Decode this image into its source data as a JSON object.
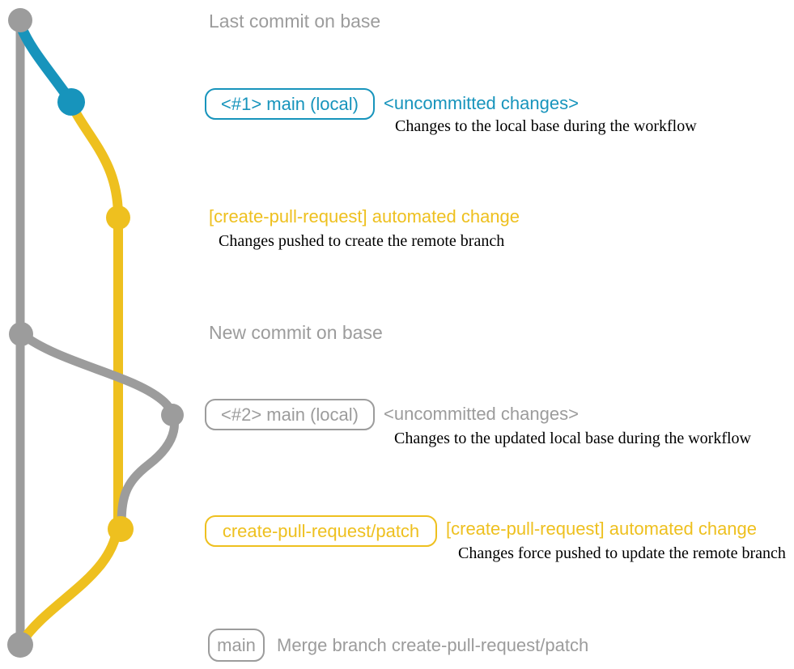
{
  "colors": {
    "gray": "#9c9c9c",
    "blue": "#1794bc",
    "yellow": "#eec01f",
    "description_text": "#000000",
    "background": "#ffffff"
  },
  "rows": [
    {
      "type": "heading",
      "text": "Last commit on base"
    },
    {
      "type": "commit",
      "badge": "<#1> main (local)",
      "label": "<uncommitted changes>",
      "description": "Changes to the local base during the workflow",
      "color": "#1794bc"
    },
    {
      "type": "commit",
      "label": "[create-pull-request] automated change",
      "description": "Changes pushed to create the remote branch",
      "color": "#eec01f"
    },
    {
      "type": "heading",
      "text": "New commit on base"
    },
    {
      "type": "commit",
      "badge": "<#2> main (local)",
      "label": "<uncommitted changes>",
      "description": "Changes to the updated local base during the workflow",
      "color": "#9c9c9c"
    },
    {
      "type": "commit",
      "badge": "create-pull-request/patch",
      "label": "[create-pull-request] automated change",
      "description": "Changes force pushed to update the remote branch",
      "color": "#eec01f"
    },
    {
      "type": "commit",
      "badge": "main",
      "label": "Merge branch create-pull-request/patch",
      "color": "#9c9c9c"
    }
  ],
  "graph": {
    "branches": [
      {
        "name": "base-branch",
        "color": "#9c9c9c"
      },
      {
        "name": "local-main-uncommitted-1",
        "color": "#1794bc"
      },
      {
        "name": "create-pull-request-patch-branch",
        "color": "#eec01f"
      },
      {
        "name": "local-main-uncommitted-2",
        "color": "#9c9c9c"
      }
    ],
    "commit_dots": [
      {
        "name": "last-commit-on-base",
        "color": "#9c9c9c"
      },
      {
        "name": "main-local-1-commit",
        "color": "#1794bc"
      },
      {
        "name": "automated-change-commit-1",
        "color": "#eec01f"
      },
      {
        "name": "new-commit-on-base",
        "color": "#9c9c9c"
      },
      {
        "name": "main-local-2-commit",
        "color": "#9c9c9c"
      },
      {
        "name": "automated-change-commit-2",
        "color": "#eec01f"
      },
      {
        "name": "merge-commit",
        "color": "#9c9c9c"
      }
    ]
  }
}
